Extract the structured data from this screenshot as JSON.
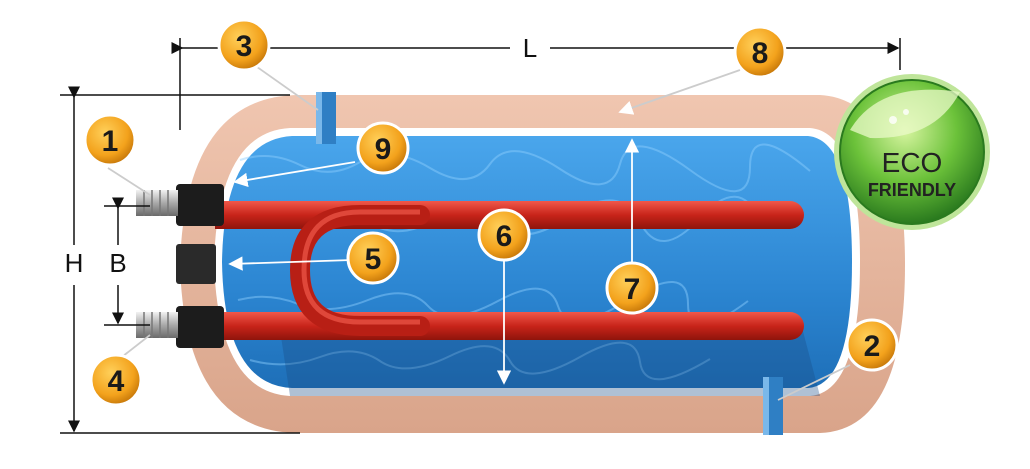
{
  "dimensions": {
    "length_label": "L",
    "height_label": "H",
    "spacing_label": "B"
  },
  "badge": {
    "line1": "ECO",
    "line2": "FRIENDLY"
  },
  "callouts": [
    "1",
    "2",
    "3",
    "4",
    "5",
    "6",
    "7",
    "8",
    "9"
  ],
  "colors": {
    "outer_shell": "#e8b8a0",
    "water": "#2f8fd8",
    "tube": "#d02a1e",
    "callout_fill": "#f3a21c",
    "eco_green": "#3aa02a"
  }
}
